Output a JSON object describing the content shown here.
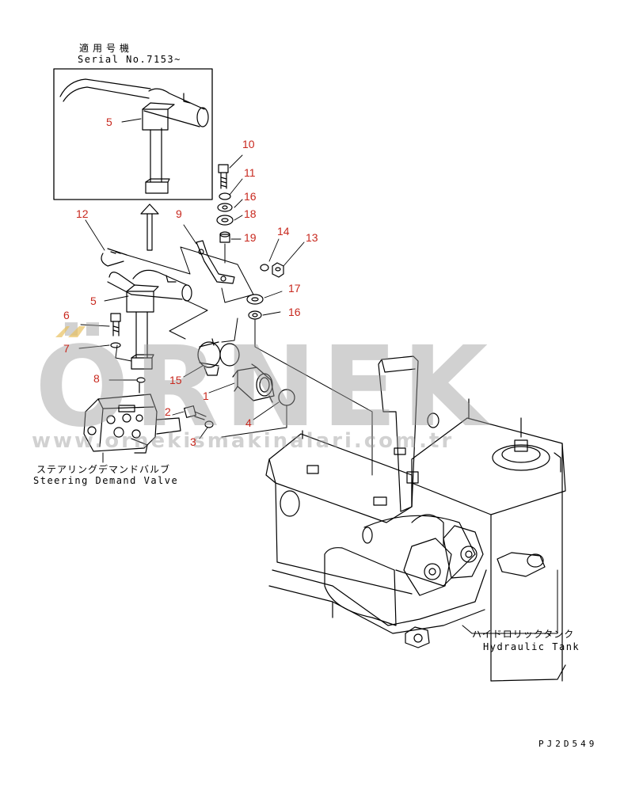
{
  "inset": {
    "title_jp": "適用号機",
    "title_en": "Serial No.7153~"
  },
  "captions": {
    "steering_jp": "ステアリングデマンドバルブ",
    "steering_en": "Steering Demand Valve",
    "tank_jp": "ハイドロリックタンク",
    "tank_en": "Hydraulic Tank",
    "drawing_code": "PJ2D549"
  },
  "callouts": [
    "5",
    "10",
    "11",
    "16",
    "18",
    "12",
    "9",
    "19",
    "14",
    "13",
    "5",
    "17",
    "16",
    "6",
    "7",
    "15",
    "8",
    "1",
    "2",
    "4",
    "3"
  ],
  "watermark": {
    "brand": "ÖRNEK",
    "url": "www.ornekismakinalari.com.tr"
  },
  "colors": {
    "callout": "#c8281e",
    "line": "#000000",
    "watermark": "#9a9a9a",
    "accent": "#e8c060"
  }
}
